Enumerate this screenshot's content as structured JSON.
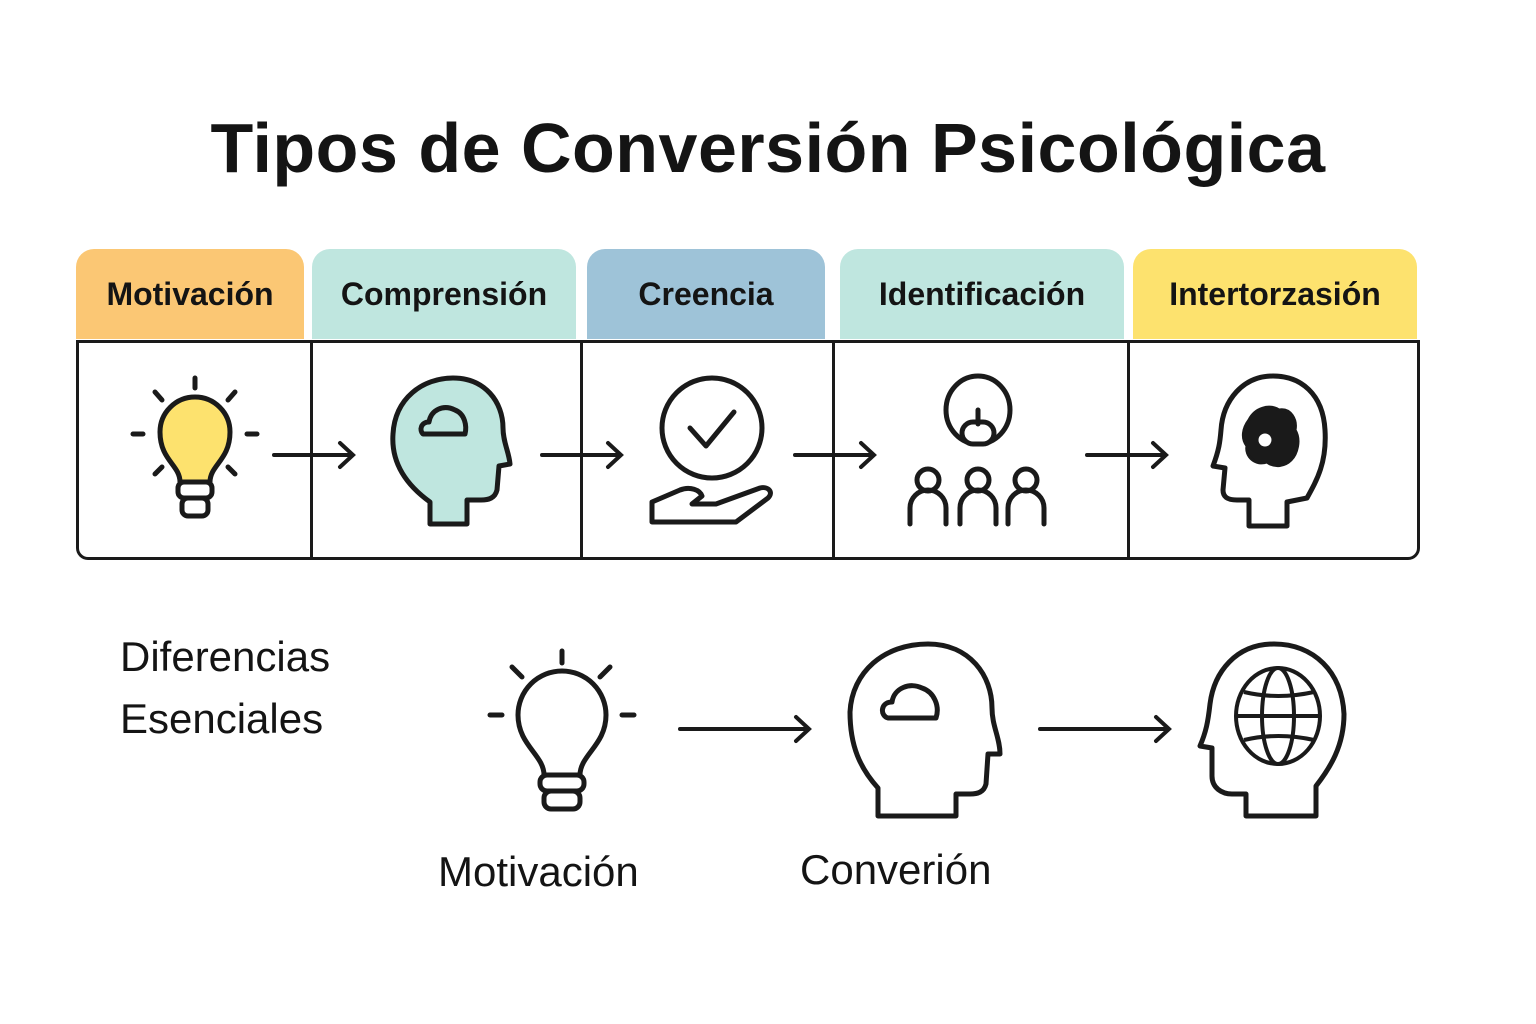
{
  "title": "Tipos de Conversión Psicológica",
  "stages": [
    {
      "label": "Motivación",
      "color": "#FBC774",
      "icon": "lightbulb-icon"
    },
    {
      "label": "Comprensión",
      "color": "#BFE6DF",
      "icon": "head-cloud-icon"
    },
    {
      "label": "Creencia",
      "color": "#9EC3D8",
      "icon": "hand-check-icon"
    },
    {
      "label": "Identificación",
      "color": "#BFE6DF",
      "icon": "group-leader-icon"
    },
    {
      "label": "Intertorzasión",
      "color": "#FDE26E",
      "icon": "head-lion-icon"
    }
  ],
  "section": {
    "title_line1": "Diferencias",
    "title_line2": "Esenciales",
    "items": [
      {
        "label": "Motivación",
        "icon": "lightbulb-outline-icon"
      },
      {
        "label": "Converión",
        "icon": "head-cloud-outline-icon"
      },
      {
        "label": "",
        "icon": "head-globe-icon"
      }
    ]
  }
}
